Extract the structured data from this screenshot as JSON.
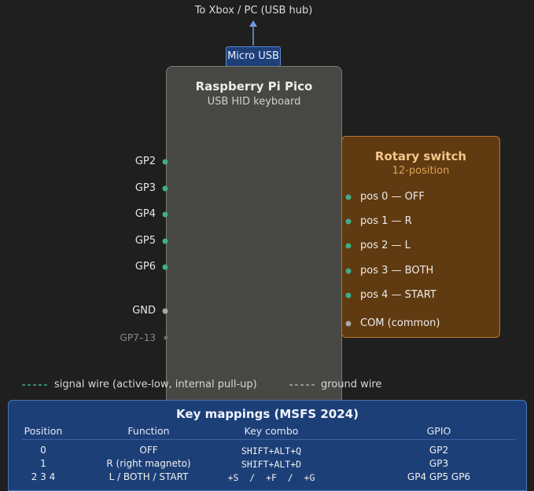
{
  "top_label": "To Xbox / PC (USB hub)",
  "usb": {
    "label": "Micro USB"
  },
  "pico": {
    "title": "Raspberry Pi Pico",
    "subtitle": "USB HID keyboard",
    "pins": [
      "GP2",
      "GP3",
      "GP4",
      "GP5",
      "GP6"
    ],
    "gnd": "GND",
    "unused": "GP7–13"
  },
  "rotary": {
    "title": "Rotary switch",
    "subtitle": "12-position",
    "positions": [
      "pos 0 — OFF",
      "pos 1 — R",
      "pos 2 — L",
      "pos 3 — BOTH",
      "pos 4 — START"
    ],
    "common": "COM (common)"
  },
  "legend": {
    "signal": "signal wire (active-low, internal pull-up)",
    "ground": "ground wire"
  },
  "mapping": {
    "title": "Key mappings (MSFS 2024)",
    "headers": [
      "Position",
      "Function",
      "Key combo",
      "GPIO"
    ],
    "rows": [
      [
        "0",
        "OFF",
        "SHIFT+ALT+Q",
        "GP2"
      ],
      [
        "1",
        "R (right magneto)",
        "SHIFT+ALT+D",
        "GP3"
      ],
      [
        "2 3 4",
        "L / BOTH / START",
        "+S  /  +F  /  +G",
        "GP4 GP5 GP6"
      ]
    ]
  },
  "colors": {
    "signal_wire": "#3fae87",
    "ground_wire": "#a8a8a8",
    "usb_arrow": "#6f9be6",
    "pico_fill": "#474744",
    "rotary_fill": "#603a10",
    "mapping_fill": "#1d3f77"
  }
}
